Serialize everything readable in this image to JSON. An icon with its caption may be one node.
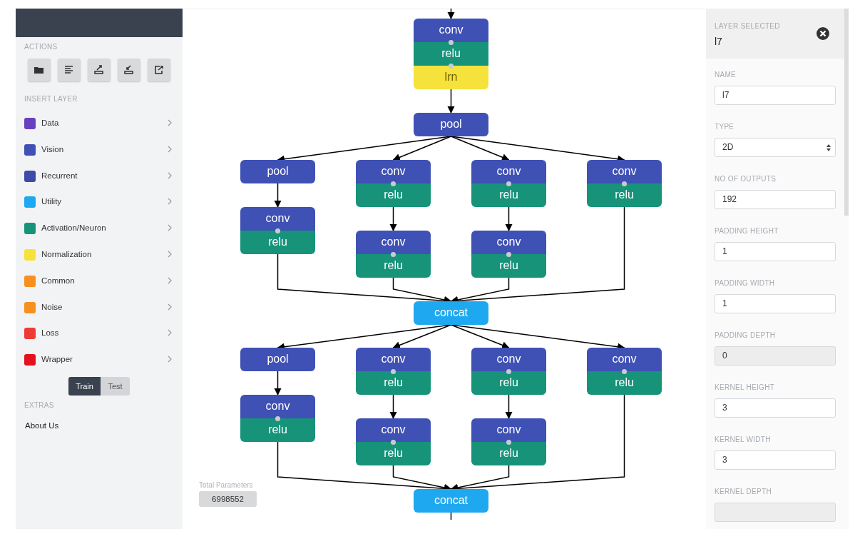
{
  "diagram": {
    "nodes": [
      {
        "text": [
          "conv",
          "relu",
          "lrn"
        ]
      },
      {
        "text": [
          "pool"
        ]
      },
      {
        "text": [
          "pool"
        ]
      },
      {
        "text": [
          "conv",
          "relu"
        ]
      },
      {
        "text": [
          "conv",
          "relu"
        ]
      },
      {
        "text": [
          "conv",
          "relu"
        ]
      },
      {
        "text": [
          "conv",
          "relu"
        ]
      },
      {
        "text": [
          "conv",
          "relu"
        ]
      },
      {
        "text": [
          "conv",
          "relu"
        ]
      },
      {
        "text": [
          "concat"
        ]
      },
      {
        "text": [
          "pool"
        ]
      },
      {
        "text": [
          "conv",
          "relu"
        ]
      },
      {
        "text": [
          "conv",
          "relu"
        ]
      },
      {
        "text": [
          "conv",
          "relu"
        ]
      },
      {
        "text": [
          "conv",
          "relu"
        ]
      },
      {
        "text": [
          "conv",
          "relu"
        ]
      },
      {
        "text": [
          "conv",
          "relu"
        ]
      },
      {
        "text": [
          "concat"
        ]
      }
    ],
    "edges": [
      {
        "from": null,
        "to": 0,
        "arrow": "to"
      },
      {
        "from": 0,
        "to": 1,
        "arrow": "to"
      },
      {
        "from": 1,
        "to": 2,
        "arrow": "to"
      },
      {
        "from": 1,
        "to": 3,
        "arrow": "to"
      },
      {
        "from": 1,
        "to": 4,
        "arrow": "to"
      },
      {
        "from": 1,
        "to": 5,
        "arrow": "to"
      },
      {
        "from": 2,
        "to": 6,
        "arrow": "to"
      },
      {
        "from": 3,
        "to": 7,
        "arrow": "to"
      },
      {
        "from": 4,
        "to": 8,
        "arrow": "to"
      },
      {
        "from": 6,
        "to": 9,
        "arrow": "to"
      },
      {
        "from": 7,
        "to": 9,
        "arrow": "to"
      },
      {
        "from": 8,
        "to": 9,
        "arrow": "to"
      },
      {
        "from": 5,
        "to": 9,
        "arrow": "to"
      },
      {
        "from": 9,
        "to": 10,
        "arrow": "to"
      },
      {
        "from": 9,
        "to": 11,
        "arrow": "to"
      },
      {
        "from": 9,
        "to": 12,
        "arrow": "to"
      },
      {
        "from": 9,
        "to": 13,
        "arrow": "to"
      },
      {
        "from": 10,
        "to": 14,
        "arrow": "to"
      },
      {
        "from": 11,
        "to": 15,
        "arrow": "to"
      },
      {
        "from": 12,
        "to": 16,
        "arrow": "to"
      },
      {
        "from": 14,
        "to": 17,
        "arrow": "to"
      },
      {
        "from": 15,
        "to": 17,
        "arrow": "to"
      },
      {
        "from": 16,
        "to": 17,
        "arrow": "to"
      },
      {
        "from": 13,
        "to": 17,
        "arrow": "to"
      },
      {
        "from": 17,
        "to": null,
        "arrow": "none"
      }
    ],
    "labels": [
      "ACTIONS",
      "INSERT LAYER",
      "Train",
      "Test",
      "EXTRAS",
      "About Us",
      "Total Parameters",
      "6998552",
      "LAYER SELECTED",
      "l7",
      "NAME",
      "l7",
      "TYPE",
      "2D",
      "NO OF OUTPUTS",
      "192",
      "PADDING HEIGHT",
      "1",
      "PADDING WIDTH",
      "1",
      "PADDING DEPTH",
      "0",
      "KERNEL HEIGHT",
      "3",
      "KERNEL WIDTH",
      "3",
      "KERNEL DEPTH"
    ],
    "legend": [
      {
        "text": "Data",
        "color": "#6a3fbf"
      },
      {
        "text": "Vision",
        "color": "#3f51b5"
      },
      {
        "text": "Recurrent",
        "color": "#3d4aa6"
      },
      {
        "text": "Utility",
        "color": "#1ea8f0"
      },
      {
        "text": "Activation/Neuron",
        "color": "#17937a"
      },
      {
        "text": "Normalization",
        "color": "#f5e23b"
      },
      {
        "text": "Common",
        "color": "#f7901e"
      },
      {
        "text": "Noise",
        "color": "#f7901e"
      },
      {
        "text": "Loss",
        "color": "#ef3b36"
      },
      {
        "text": "Wrapper",
        "color": "#e3121e"
      }
    ]
  }
}
